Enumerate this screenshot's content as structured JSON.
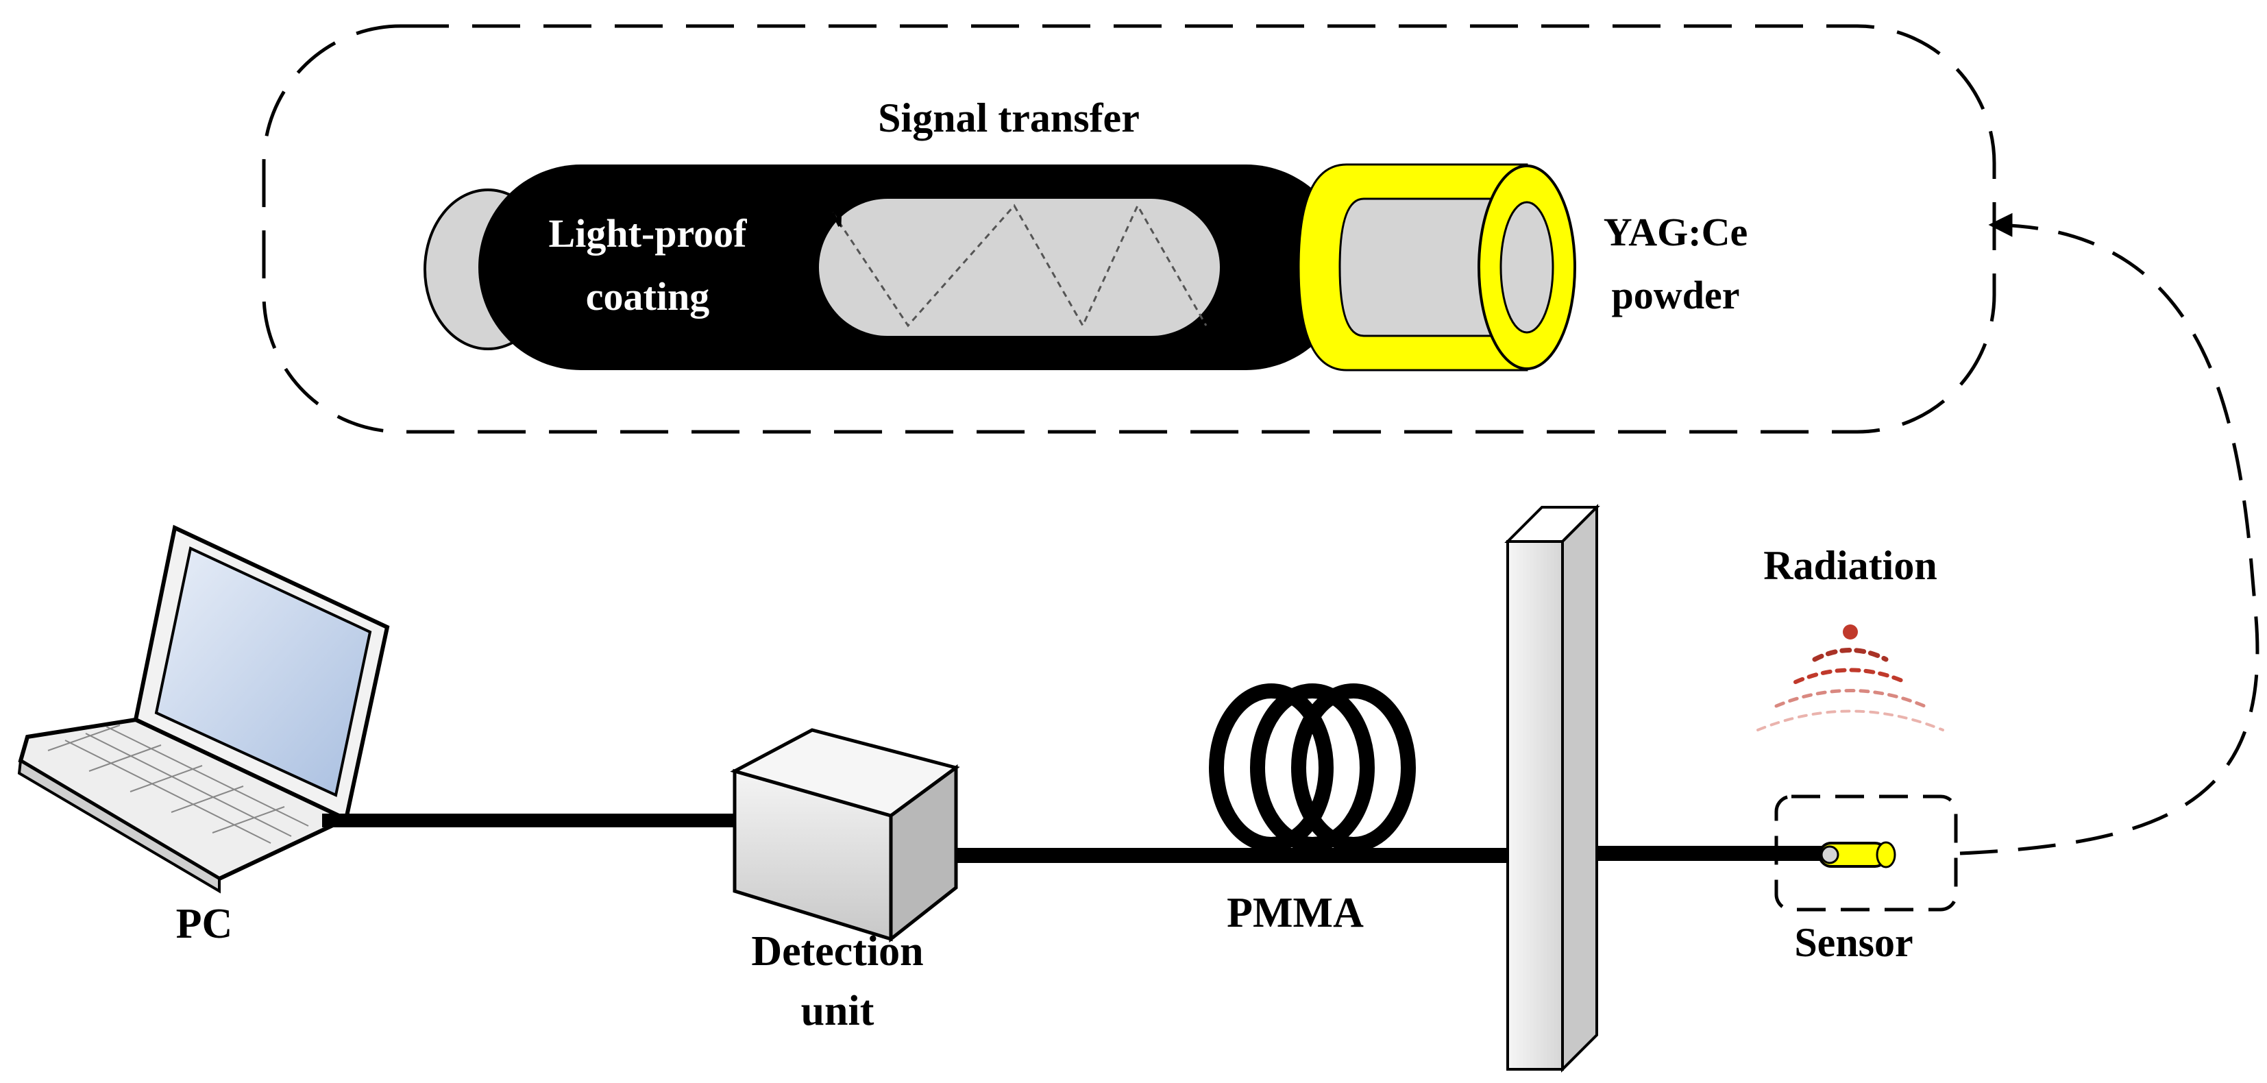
{
  "labels": {
    "signal_transfer": "Signal transfer",
    "coating_line1": "Light-proof",
    "coating_line2": "coating",
    "yag_line1": "YAG:Ce",
    "yag_line2": "powder",
    "radiation": "Radiation",
    "pc": "PC",
    "detection_line1": "Detection",
    "detection_line2": "unit",
    "pmma": "PMMA",
    "sensor": "Sensor"
  },
  "colors": {
    "black": "#000000",
    "fiber_core": "#d4d4d4",
    "yag_yellow": "#ffff00",
    "radiation_red": "#c0392b",
    "screen_blue": "#c8d8ee",
    "box_gray": "#dcdcdc"
  },
  "icons": [
    "laptop-icon",
    "detection-box-icon",
    "fiber-coil-icon",
    "shield-wall-icon",
    "radiation-source-icon",
    "sensor-probe-icon",
    "fiber-cutaway-icon"
  ]
}
